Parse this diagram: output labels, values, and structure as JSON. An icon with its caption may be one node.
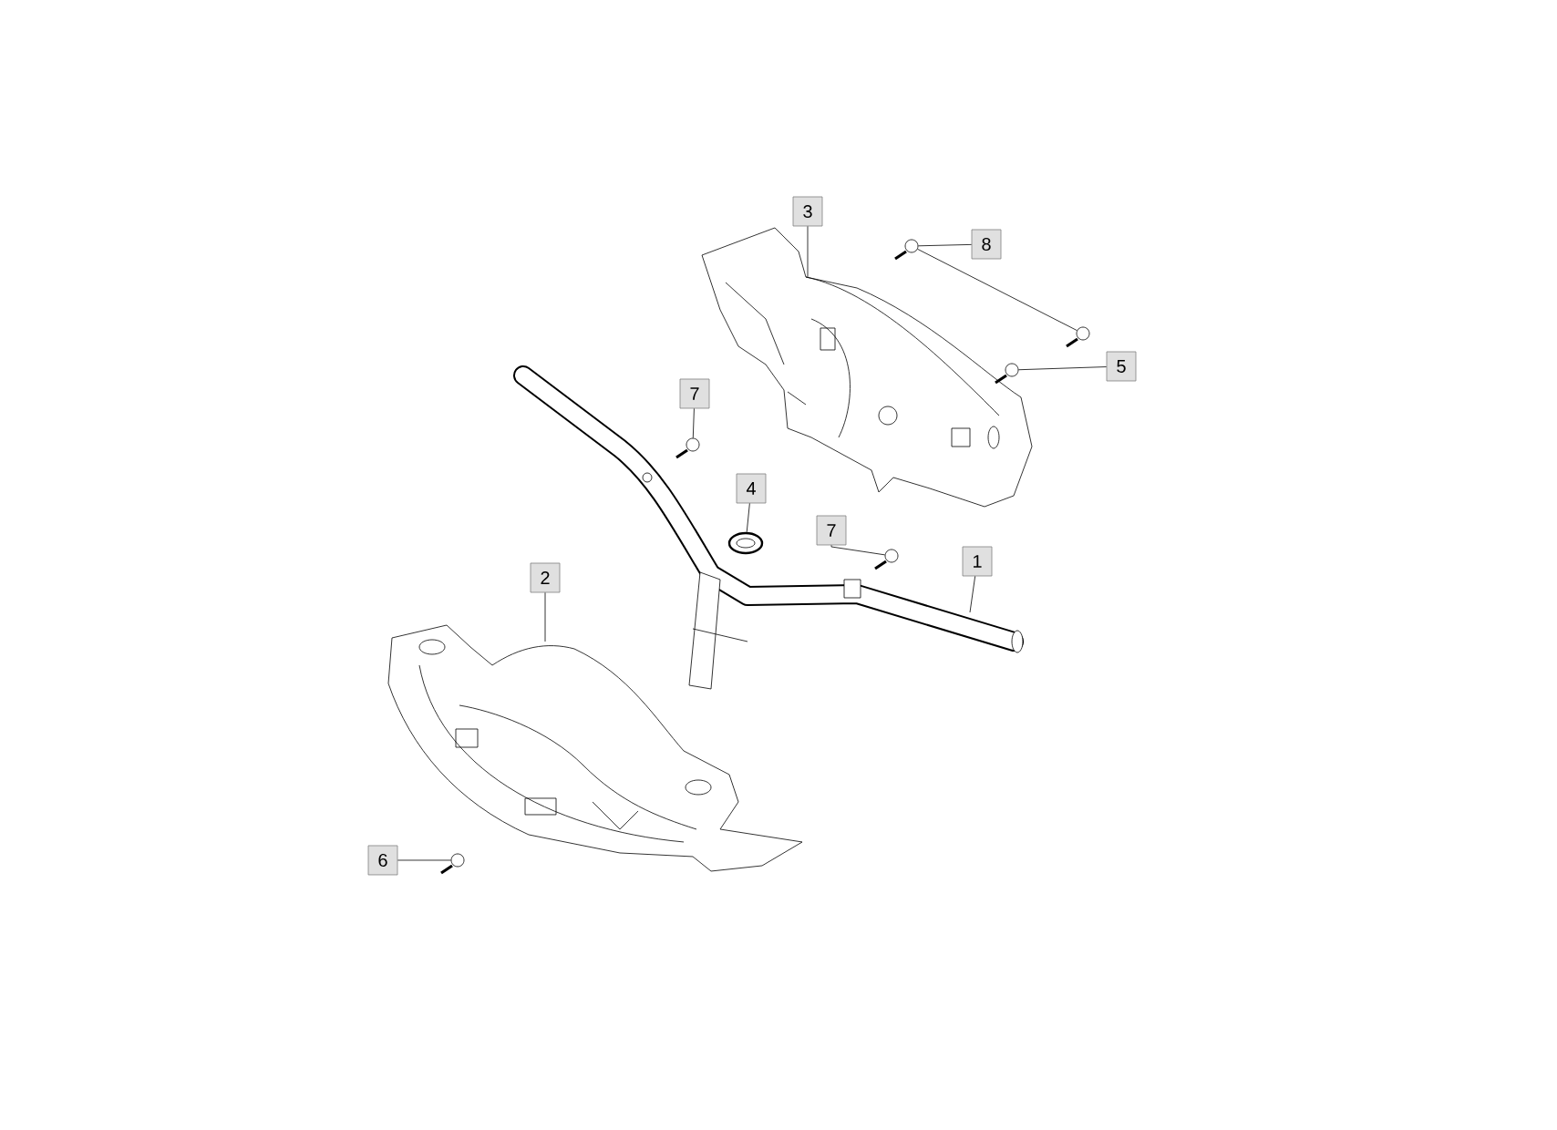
{
  "diagram": {
    "nodes": [
      {
        "text": [
          "3"
        ]
      },
      {
        "text": [
          "8"
        ]
      },
      {
        "text": [
          "5"
        ]
      },
      {
        "text": [
          "7"
        ]
      },
      {
        "text": [
          "4"
        ]
      },
      {
        "text": [
          "7"
        ]
      },
      {
        "text": [
          "1"
        ]
      },
      {
        "text": [
          "2"
        ]
      },
      {
        "text": [
          "6"
        ]
      },
      {
        "text": [],
        "shape": "picture"
      },
      {
        "text": [],
        "shape": "picture"
      },
      {
        "text": [],
        "shape": "picture"
      },
      {
        "text": [],
        "shape": "picture"
      },
      {
        "text": [],
        "shape": "picture"
      },
      {
        "text": [],
        "shape": "picture"
      },
      {
        "text": [],
        "shape": "picture"
      }
    ],
    "edges": [
      {
        "from": 0,
        "to": null,
        "arrow": "none"
      },
      {
        "from": 1,
        "to": 9,
        "arrow": "none"
      },
      {
        "from": 2,
        "to": 10,
        "arrow": "none"
      },
      {
        "from": 3,
        "to": 11,
        "arrow": "none"
      },
      {
        "from": 4,
        "to": 12,
        "arrow": "none"
      },
      {
        "from": 5,
        "to": 13,
        "arrow": "none"
      },
      {
        "from": 6,
        "to": null,
        "arrow": "none"
      },
      {
        "from": 7,
        "to": null,
        "arrow": "none"
      },
      {
        "from": 8,
        "to": 14,
        "arrow": "none"
      },
      {
        "from": 9,
        "to": 15,
        "arrow": "none"
      }
    ]
  }
}
